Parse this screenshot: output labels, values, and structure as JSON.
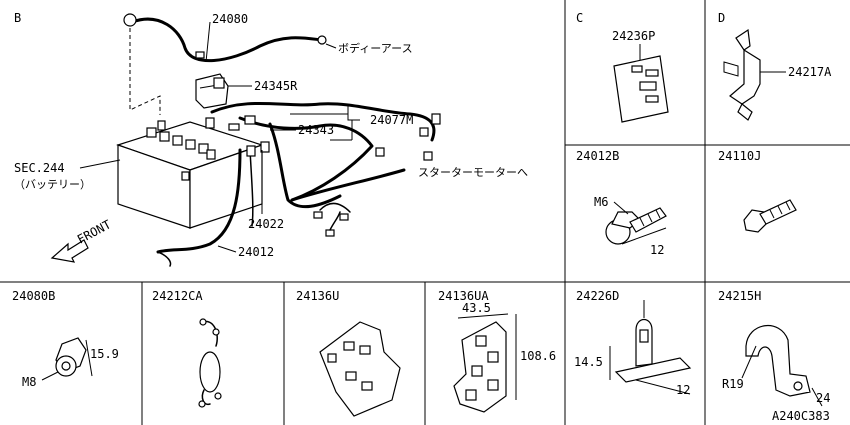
{
  "diagram_code": "A240C383",
  "panels": {
    "B": {
      "letter": "B",
      "labels": {
        "p24080": "24080",
        "body_earth": "ボディーアース",
        "p24345R": "24345R",
        "p24077M": "24077M",
        "p24343": "24343",
        "sec244": "SEC.244",
        "battery": "（バッテリー）",
        "starter": "スターターモーターへ",
        "p24022": "24022",
        "front": "FRONT",
        "p24012": "24012"
      }
    },
    "C": {
      "letter": "C",
      "part": "24236P"
    },
    "D": {
      "letter": "D",
      "part": "24217A"
    },
    "p24012B": {
      "part": "24012B",
      "dim_thread": "M6",
      "dim_length": "12"
    },
    "p24110J": {
      "part": "24110J"
    },
    "p24080B": {
      "part": "24080B",
      "dim_thread": "M8",
      "dim_width": "15.9"
    },
    "p24212CA": {
      "part": "24212CA"
    },
    "p24136U": {
      "part": "24136U"
    },
    "p24136UA": {
      "part": "24136UA",
      "dim_width": "43.5",
      "dim_height": "108.6"
    },
    "p24226D": {
      "part": "24226D",
      "dim_height": "14.5",
      "dim_length": "12"
    },
    "p24215H": {
      "part": "24215H",
      "dim_radius": "R19",
      "dim_width": "24"
    }
  }
}
